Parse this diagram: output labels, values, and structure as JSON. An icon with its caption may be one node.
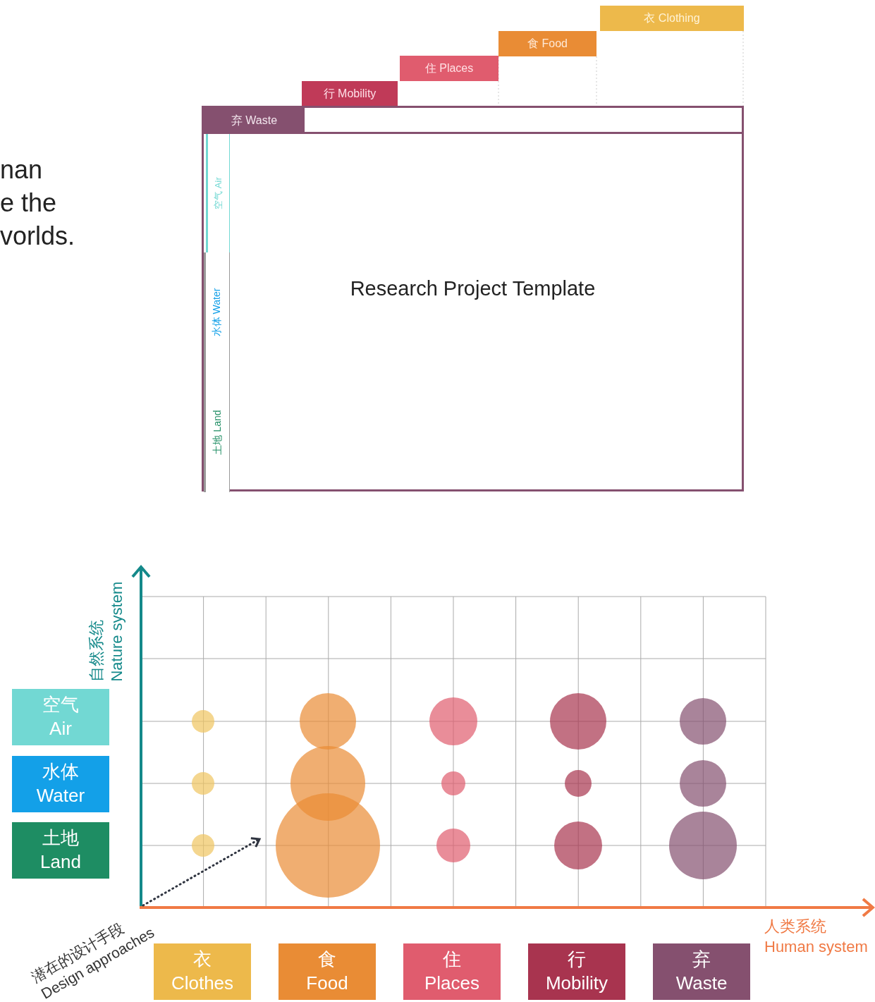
{
  "diagram": {
    "nodes": [
      {
        "text": [
          "衣 Clothing"
        ]
      },
      {
        "text": [
          "食 Food"
        ]
      },
      {
        "text": [
          "住 Places"
        ]
      },
      {
        "text": [
          "行 Mobility"
        ]
      },
      {
        "text": [
          "Research Project Template"
        ]
      },
      {
        "text": [
          "弃 Waste"
        ],
        "in": 4
      },
      {
        "text": [
          "空气 Air"
        ],
        "in": 4
      },
      {
        "text": [
          "水体 Water"
        ],
        "in": 4
      },
      {
        "text": [
          "土地 Land"
        ],
        "in": 4
      },
      {
        "text": [
          "空气 Air"
        ]
      },
      {
        "text": [
          "水体 Water"
        ]
      },
      {
        "text": [
          "土地 Land"
        ]
      },
      {
        "text": [
          "衣 Clothes"
        ]
      },
      {
        "text": [
          "食 Food"
        ]
      },
      {
        "text": [
          "住 Places"
        ]
      },
      {
        "text": [
          "行 Mobility"
        ]
      },
      {
        "text": [
          "弃 Waste"
        ]
      }
    ],
    "labels": [
      "nan e the vorlds.",
      "自然系统 Nature system",
      "潜在的设计手段 Design approaches",
      "人类系统 Human system"
    ]
  }
}
